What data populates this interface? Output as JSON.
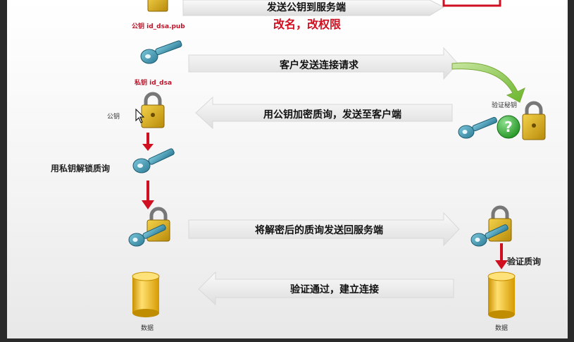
{
  "top": {
    "label_pub": "公钥 id_dsa.pub",
    "message": "发送公钥到服务端",
    "note": "改名，改权限"
  },
  "rows": [
    {
      "left_label": "私钥 id_dsa",
      "message": "客户发送连接请求"
    },
    {
      "left_label": "公钥",
      "message": "用公钥加密质询，发送至客户端",
      "right_label": "验证秘钥"
    },
    {
      "left_label": "用私钥解锁质询"
    },
    {
      "message": "将解密后的质询发送回服务端",
      "right_label": "验证质询"
    },
    {
      "left_label": "数据",
      "message": "验证通过，建立连接",
      "right_label": "数据"
    }
  ],
  "colors": {
    "arrow_fill": "#ececec",
    "red": "#d01020",
    "key": "#3f9bb4",
    "lock": "#e2b416",
    "cylinder": "#f0c020",
    "green": "#3cb33c"
  }
}
